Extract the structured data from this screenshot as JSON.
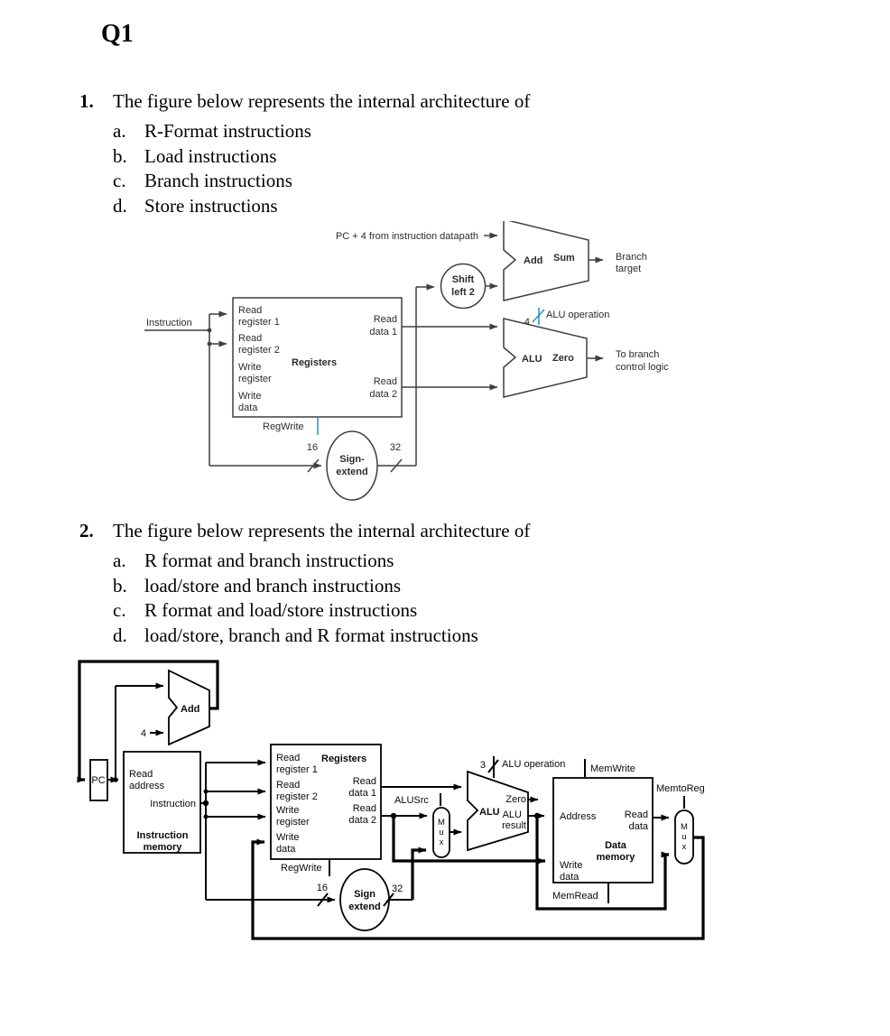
{
  "page": {
    "heading": "Q1"
  },
  "questions": [
    {
      "number": "1.",
      "text": "The figure below represents the internal architecture of",
      "options": [
        {
          "letter": "a.",
          "text": "R-Format instructions"
        },
        {
          "letter": "b.",
          "text": "Load instructions"
        },
        {
          "letter": "c.",
          "text": "Branch instructions"
        },
        {
          "letter": "d.",
          "text": "Store instructions"
        }
      ]
    },
    {
      "number": "2.",
      "text": "The figure below represents the internal architecture of",
      "options": [
        {
          "letter": "a.",
          "text": "R format and branch instructions"
        },
        {
          "letter": "b.",
          "text": "load/store and branch instructions"
        },
        {
          "letter": "c.",
          "text": "R format and load/store instructions"
        },
        {
          "letter": "d.",
          "text": "load/store, branch and R format instructions"
        }
      ]
    }
  ],
  "colors": {
    "control_teal": "#1e94b4",
    "fig1_line": "#3f3f3f",
    "fig2_line": "#000000"
  },
  "figure1": {
    "labels": {
      "pc4": "PC + 4 from instruction datapath",
      "add": "Add",
      "sum": "Sum",
      "branch_target_1": "Branch",
      "branch_target_2": "target",
      "shift_1": "Shift",
      "shift_2": "left 2",
      "alu": "ALU",
      "zero": "Zero",
      "to_branch_1": "To branch",
      "to_branch_2": "control logic",
      "alu_op_bits": "4",
      "alu_op": "ALU operation",
      "instruction": "Instruction",
      "registers": "Registers",
      "read_reg1_a": "Read",
      "read_reg1_b": "register 1",
      "read_reg2_a": "Read",
      "read_reg2_b": "register 2",
      "write_reg_a": "Write",
      "write_reg_b": "register",
      "write_data_a": "Write",
      "write_data_b": "data",
      "read_data1_a": "Read",
      "read_data1_b": "data 1",
      "read_data2_a": "Read",
      "read_data2_b": "data 2",
      "regwrite": "RegWrite",
      "bits16": "16",
      "bits32": "32",
      "sign_1": "Sign-",
      "sign_2": "extend"
    }
  },
  "figure2": {
    "labels": {
      "pc": "PC",
      "add": "Add",
      "four": "4",
      "im_read": "Read",
      "im_address": "address",
      "im_instruction": "Instruction",
      "im_title_1": "Instruction",
      "im_title_2": "memory",
      "registers": "Registers",
      "read_reg1_a": "Read",
      "read_reg1_b": "register 1",
      "read_reg2_a": "Read",
      "read_reg2_b": "register 2",
      "write_reg_a": "Write",
      "write_reg_b": "register",
      "write_data_a": "Write",
      "write_data_b": "data",
      "read_data1_a": "Read",
      "read_data1_b": "data 1",
      "read_data2_a": "Read",
      "read_data2_b": "data 2",
      "regwrite": "RegWrite",
      "bits16": "16",
      "bits32": "32",
      "sign_1": "Sign",
      "sign_2": "extend",
      "alusrc": "ALUSrc",
      "mux_m": "M",
      "mux_u": "u",
      "mux_x": "x",
      "alu": "ALU",
      "zero": "Zero",
      "alu_result_1": "ALU",
      "alu_result_2": "result",
      "alu_op_bits": "3",
      "alu_op": "ALU operation",
      "memwrite": "MemWrite",
      "memtoreg": "MemtoReg",
      "memread": "MemRead",
      "dm_address": "Address",
      "dm_read_a": "Read",
      "dm_read_b": "data",
      "dm_title_1": "Data",
      "dm_title_2": "memory",
      "dm_write_a": "Write",
      "dm_write_b": "data"
    }
  }
}
